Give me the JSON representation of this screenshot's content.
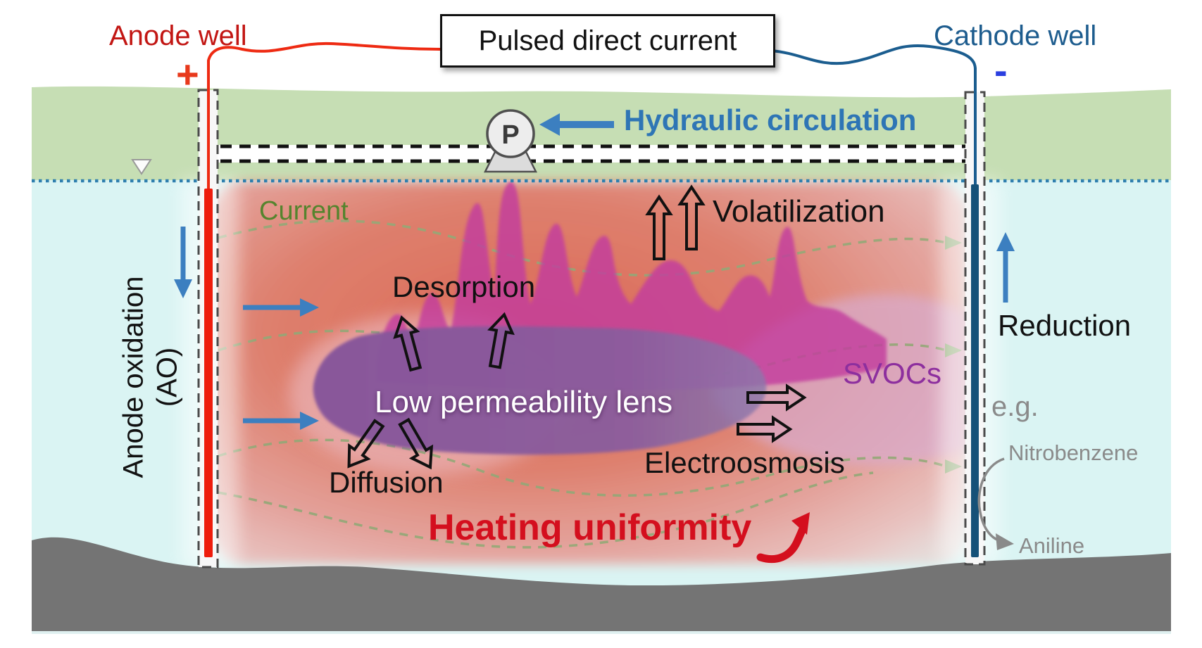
{
  "title_box": {
    "label": "Pulsed direct current"
  },
  "wells": {
    "anode": {
      "label": "Anode well",
      "polarity": "+",
      "process_line1": "Anode oxidation",
      "process_line2": "(AO)"
    },
    "cathode": {
      "label": "Cathode well",
      "polarity": "-",
      "process": "Reduction"
    }
  },
  "pump": {
    "label": "P"
  },
  "surface": {
    "hydraulic_label": "Hydraulic circulation"
  },
  "subsurface": {
    "current_label": "Current",
    "desorption": "Desorption",
    "volatilization": "Volatilization",
    "lens_label": "Low permeability lens",
    "svocs": "SVOCs",
    "electroosmosis": "Electroosmosis",
    "diffusion": "Diffusion",
    "heating": "Heating uniformity"
  },
  "example": {
    "eg": "e.g.",
    "parent": "Nitrobenzene",
    "product": "Aniline"
  },
  "colors": {
    "anode_text": "#c21613",
    "anode_wire": "#ee2a12",
    "plus": "#e8391c",
    "cathode_text": "#1d5c8e",
    "cathode_wire": "#1b5d8f",
    "minus": "#2b3fe0",
    "hydraulic_blue": "#2e75b5",
    "current_green": "#55842e",
    "svocs_purple": "#8d2f9e",
    "heating_red": "#d40f1e",
    "gray_text": "#8a8a8a",
    "arrow_blue": "#3c7fc0",
    "surface_green": "#c6deb4",
    "groundwater_cyan": "#daf4f3",
    "bedrock_gray": "#747474",
    "lens_purple": "#8a5d9d",
    "flame_magenta": "#c33e9e",
    "plume_red": "#dc6450"
  }
}
